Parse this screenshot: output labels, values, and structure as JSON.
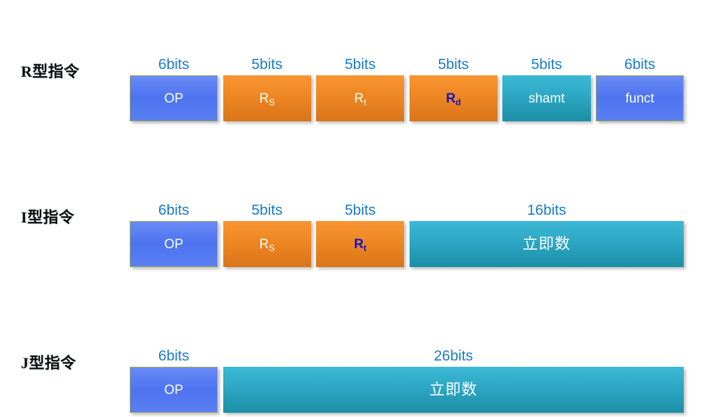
{
  "meta": {
    "title": "MIPS instruction formats",
    "colors": {
      "bits_label": "#1a7bc8",
      "op_blue": "#4d73f0",
      "register_orange": "#ee8722",
      "immediate_teal": "#2fa9c6",
      "highlight_navy": "#1414c8",
      "label_black": "#0d0d0d",
      "background": "#ffffff"
    }
  },
  "rows": [
    {
      "id": "r-type",
      "label_letter": "R",
      "label_suffix": "型指令",
      "label_full": "R 型指令",
      "fields": [
        {
          "name": "op",
          "text": "OP",
          "sub": "",
          "bits": "6bits",
          "style": "blue",
          "text_style": "white",
          "span": 1
        },
        {
          "name": "rs",
          "text": "R",
          "sub": "S",
          "bits": "5bits",
          "style": "orange",
          "text_style": "white",
          "span": 1
        },
        {
          "name": "rt",
          "text": "R",
          "sub": "t",
          "bits": "5bits",
          "style": "orange",
          "text_style": "white",
          "span": 1
        },
        {
          "name": "rd",
          "text": "R",
          "sub": "d",
          "bits": "5bits",
          "style": "orange",
          "text_style": "navy",
          "span": 1
        },
        {
          "name": "shamt",
          "text": "shamt",
          "sub": "",
          "bits": "5bits",
          "style": "teal",
          "text_style": "white",
          "span": 1
        },
        {
          "name": "funct",
          "text": "funct",
          "sub": "",
          "bits": "6bits",
          "style": "blue",
          "text_style": "white",
          "span": 1
        }
      ]
    },
    {
      "id": "i-type",
      "label_letter": "I",
      "label_suffix": "型指令",
      "label_full": "I 型指令",
      "fields": [
        {
          "name": "op",
          "text": "OP",
          "sub": "",
          "bits": "6bits",
          "style": "blue",
          "text_style": "white",
          "span": 1
        },
        {
          "name": "rs",
          "text": "R",
          "sub": "S",
          "bits": "5bits",
          "style": "orange",
          "text_style": "white",
          "span": 1
        },
        {
          "name": "rt",
          "text": "R",
          "sub": "t",
          "bits": "5bits",
          "style": "orange",
          "text_style": "navy",
          "span": 1
        },
        {
          "name": "immediate",
          "text": "立即数",
          "sub": "",
          "bits": "16bits",
          "style": "teal",
          "text_style": "white",
          "span": 3
        }
      ]
    },
    {
      "id": "j-type",
      "label_letter": "J",
      "label_suffix": "型指令",
      "label_full": "J 型指令",
      "fields": [
        {
          "name": "op",
          "text": "OP",
          "sub": "",
          "bits": "6bits",
          "style": "blue",
          "text_style": "white",
          "span": 1
        },
        {
          "name": "immediate",
          "text": "立即数",
          "sub": "",
          "bits": "26bits",
          "style": "teal",
          "text_style": "white",
          "span": 5
        }
      ]
    }
  ]
}
